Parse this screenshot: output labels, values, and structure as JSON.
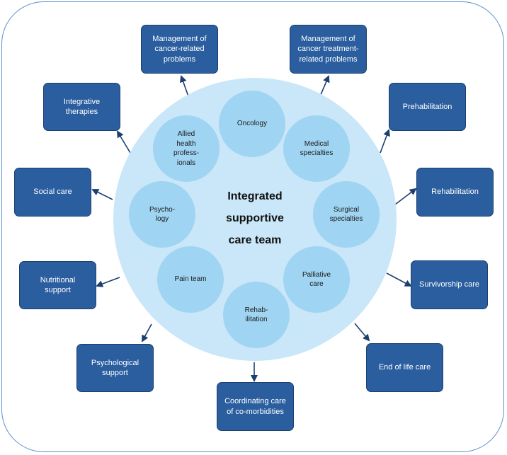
{
  "center": {
    "title": "Integrated\nsupportive\ncare team"
  },
  "team_members": [
    {
      "label": "Oncology"
    },
    {
      "label": "Medical\nspecialties"
    },
    {
      "label": "Surgical\nspecialties"
    },
    {
      "label": "Palliative\ncare"
    },
    {
      "label": "Rehab-\nilitation"
    },
    {
      "label": "Pain team"
    },
    {
      "label": "Psycho-\nlogy"
    },
    {
      "label": "Allied\nhealth\nprofess-\nionals"
    }
  ],
  "outer_boxes": [
    {
      "label": "Management of\ncancer-related\nproblems"
    },
    {
      "label": "Management of\ncancer treatment-\nrelated problems"
    },
    {
      "label": "Prehabilitation"
    },
    {
      "label": "Rehabilitation"
    },
    {
      "label": "Survivorship care"
    },
    {
      "label": "End of life care"
    },
    {
      "label": "Coordinating care\nof co-morbidities"
    },
    {
      "label": "Psychological\nsupport"
    },
    {
      "label": "Nutritional\nsupport"
    },
    {
      "label": "Social care"
    },
    {
      "label": "Integrative\ntherapies"
    }
  ],
  "colors": {
    "box_fill": "#2b5e9f",
    "outer_circle": "#c9e7f8",
    "inner_circle": "#9fd4f2",
    "frame": "#5b8fcf"
  }
}
